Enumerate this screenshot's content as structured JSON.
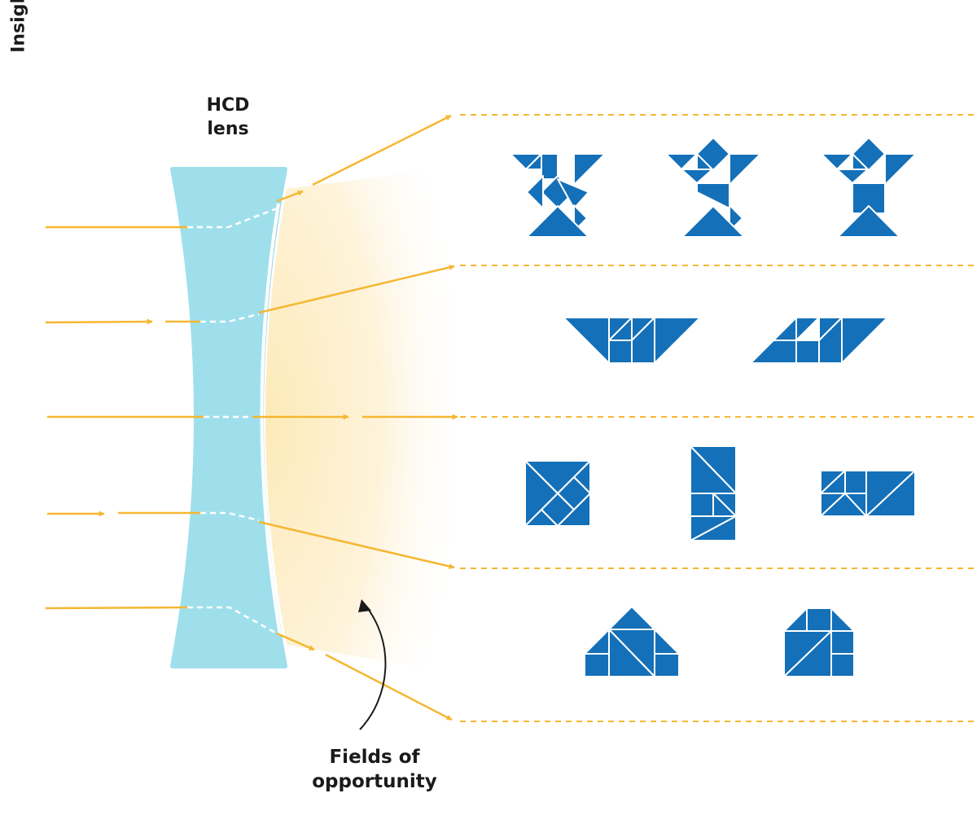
{
  "lens": {
    "line1": "HCD",
    "line2": "lens"
  },
  "insights_label": "Insights",
  "fields_label": {
    "line1": "Fields of",
    "line2": "opportunity"
  },
  "colors": {
    "lens": "#9fdfec",
    "arrow": "#f5b731",
    "field_glow": "#fde9b4",
    "tangram": "#1470b8",
    "text": "#1a1a1a"
  },
  "icons": {
    "tangram_rows": [
      [
        "tangram-figure",
        "tangram-figure",
        "tangram-figure"
      ],
      [
        "tangram-boat",
        "tangram-boat"
      ],
      [
        "tangram-square",
        "tangram-rectangle",
        "tangram-rectangle"
      ],
      [
        "tangram-house",
        "tangram-house"
      ]
    ]
  }
}
